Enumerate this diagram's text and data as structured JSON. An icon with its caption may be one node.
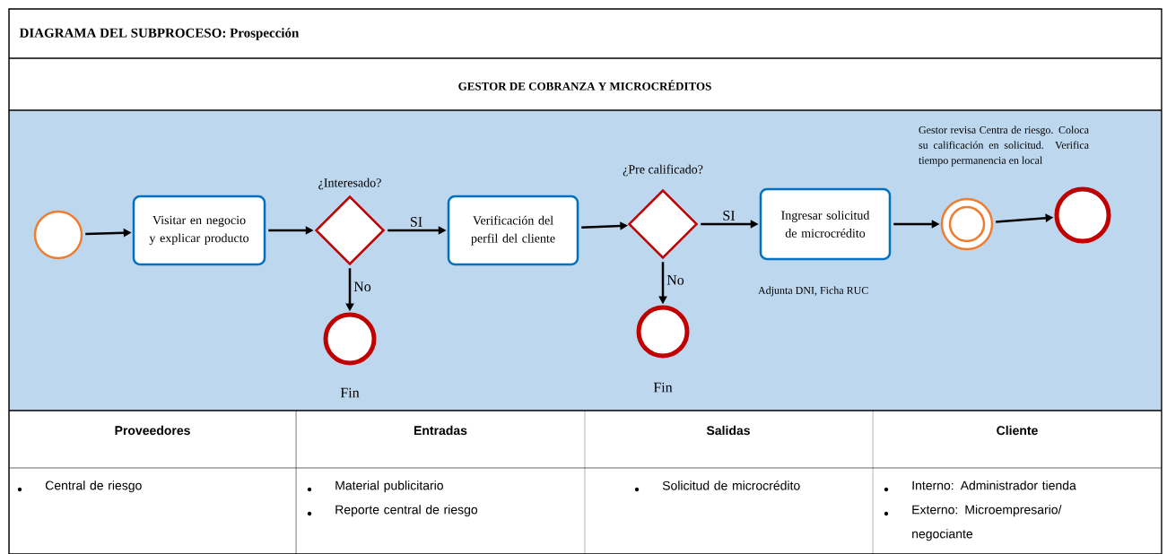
{
  "diagram": {
    "title": "DIAGRAMA DEL SUBPROCESO: Prospección",
    "nodes": [
      {
        "text": [],
        "shape": "circle"
      },
      {
        "text": [
          "Visitar en negocio y explicar producto"
        ]
      },
      {
        "text": [
          "¿Interesado?"
        ]
      },
      {
        "text": [],
        "shape": "circle",
        "beside": [
          "Fin"
        ]
      },
      {
        "text": [
          "Verificación del perfil del cliente"
        ]
      },
      {
        "text": [
          "¿Pre calificado?"
        ]
      },
      {
        "text": [],
        "shape": "circle",
        "beside": [
          "Fin"
        ]
      },
      {
        "text": [
          "Ingresar solicitud de microcrédito"
        ],
        "beside": [
          "Adjunta DNI, Ficha RUC"
        ]
      },
      {
        "text": [],
        "shape": "circle",
        "beside": [
          "Gestor revisa Centra de riesgo. Coloca su calificación en solicitud. Verifica tiempo permanencia en local"
        ]
      },
      {
        "text": [],
        "shape": "circle"
      }
    ],
    "edges": [
      {
        "from": 0,
        "to": 1,
        "arrow": "to"
      },
      {
        "from": 1,
        "to": 2,
        "arrow": "to"
      },
      {
        "from": 2,
        "to": 4,
        "arrow": "to",
        "label": "SI"
      },
      {
        "from": 2,
        "to": 3,
        "arrow": "to",
        "label": "No"
      },
      {
        "from": 4,
        "to": 5,
        "arrow": "to"
      },
      {
        "from": 5,
        "to": 7,
        "arrow": "to",
        "label": "SI"
      },
      {
        "from": 5,
        "to": 6,
        "arrow": "to",
        "label": "No"
      },
      {
        "from": 7,
        "to": 8,
        "arrow": "to"
      },
      {
        "from": 8,
        "to": 9,
        "arrow": "to"
      }
    ],
    "labels": [
      "GESTOR DE COBRANZA Y MICROCRÉDITOS",
      "Proveedores",
      "Entradas",
      "Salidas",
      "Cliente",
      "Central de riesgo",
      "Material publicitario",
      "Reporte central de riesgo",
      "Solicitud de microcrédito",
      "Interno: Administrador tienda",
      "Externo: Microempresario/ negociante"
    ]
  }
}
